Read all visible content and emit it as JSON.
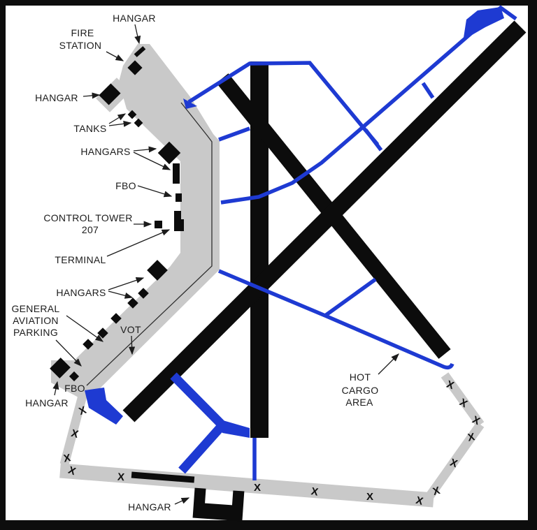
{
  "diagram": {
    "type": "airport-layout-diagram",
    "colors": {
      "runway": "#0c0c0c",
      "taxiway": "#1e3ad2",
      "pavement": "#c9c9c9",
      "background": "#ffffff",
      "frame": "#0d0d0d",
      "label": "#1c1c1c"
    },
    "labels": {
      "hangar_top": "HANGAR",
      "fire_station": [
        "FIRE",
        "STATION"
      ],
      "hangar_left": "HANGAR",
      "tanks": "TANKS",
      "hangars_upper": "HANGARS",
      "fbo_upper": "FBO",
      "control_tower": [
        "CONTROL TOWER",
        "207"
      ],
      "terminal": "TERMINAL",
      "hangars_lower": "HANGARS",
      "general_aviation_parking": [
        "GENERAL",
        "AVIATION",
        "PARKING"
      ],
      "vot": "VOT",
      "fbo_lower": "FBO",
      "hangar_bottom_left": "HANGAR",
      "hot_cargo_area": [
        "HOT",
        "CARGO",
        "AREA"
      ],
      "hangar_bottom": "HANGAR"
    },
    "closed_marker_symbol": "X"
  }
}
